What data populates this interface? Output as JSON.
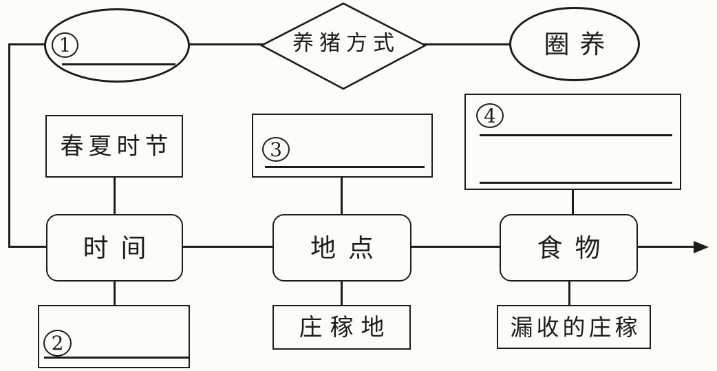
{
  "colors": {
    "ink": "#1c1c1c",
    "paper": "#fcfcfb"
  },
  "nodes": {
    "blank1": {
      "number": "1",
      "label": ""
    },
    "pig_raising_method": {
      "label": "养猪方式"
    },
    "pen_raising": {
      "label": "圈养"
    },
    "spring_summer_season": {
      "label": "春夏时节"
    },
    "blank3": {
      "number": "3",
      "label": ""
    },
    "blank4": {
      "number": "4",
      "label": ""
    },
    "time": {
      "label": "时间"
    },
    "place": {
      "label": "地点"
    },
    "food": {
      "label": "食物"
    },
    "blank2": {
      "number": "2",
      "label": ""
    },
    "crop_field": {
      "label": "庄稼地"
    },
    "missed_harvest_crops": {
      "label": "漏收的庄稼"
    }
  }
}
